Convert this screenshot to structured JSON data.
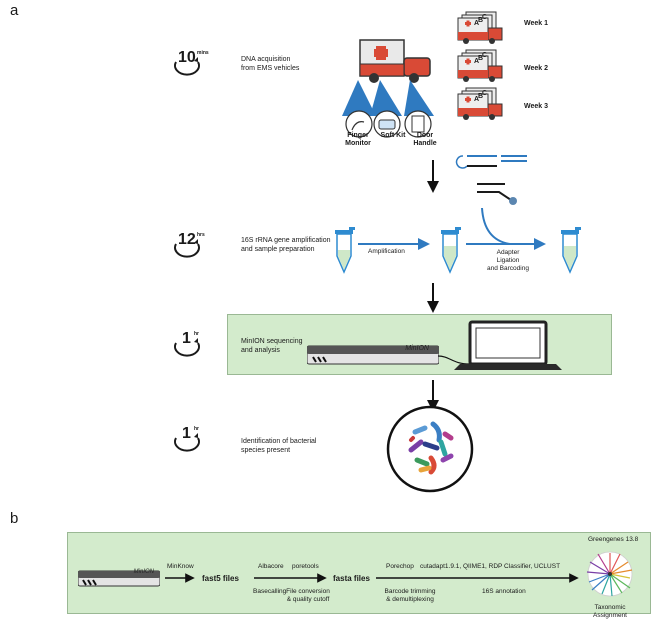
{
  "panel_a": {
    "letter": "a",
    "steps": [
      {
        "time_num": "10",
        "time_unit": "mins",
        "text_line1": "DNA acquisition",
        "text_line2": "from EMS vehicles"
      },
      {
        "time_num": "12",
        "time_unit": "hrs",
        "text_line1": "16S rRNA gene amplification",
        "text_line2": "and sample preparation"
      },
      {
        "time_num": "1",
        "time_unit": "hr",
        "text_line1": "MinION sequencing",
        "text_line2": "and analysis"
      },
      {
        "time_num": "1",
        "time_unit": "hr",
        "text_line1": "Identification of bacterial",
        "text_line2": "species present"
      }
    ],
    "weeks": [
      "Week 1",
      "Week 2",
      "Week 3"
    ],
    "sample_sites": [
      {
        "line1": "Finger",
        "line2": "Monitor"
      },
      {
        "line1": "Soft Kit",
        "line2": ""
      },
      {
        "line1": "Door",
        "line2": "Handle"
      }
    ],
    "amplification_label": "Amplification",
    "ligation_label_1": "Adapter",
    "ligation_label_2": "Ligation",
    "ligation_label_3": "and Barcoding",
    "device_label": "MinION",
    "truck_letters": [
      "A",
      "B",
      "C"
    ],
    "colors": {
      "green_panel": "#d3ebcc",
      "arrow_blue": "#2f7ac0",
      "tube_blue": "#2e8bd0",
      "truck_red": "#d94a36"
    }
  },
  "panel_b": {
    "letter": "b",
    "device_label": "MinION",
    "minknow": "MinKnow",
    "fast5": "fast5 files",
    "albacore": "Albacore",
    "basecalling": "Basecalling",
    "poretools": "poretools",
    "file_conv_1": "File conversion",
    "file_conv_2": "& quality cutoff",
    "fasta": "fasta files",
    "porechop": "Porechop",
    "barcode_1": "Barcode trimming",
    "barcode_2": "& demultiplexing",
    "tools": "cutadapt1.9.1, QIIME1, RDP Classifier, UCLUST",
    "annotation": "16S annotation",
    "greengenes": "Greengenes 13.8",
    "taxonomic_1": "Taxonomic",
    "taxonomic_2": "Assignment"
  }
}
